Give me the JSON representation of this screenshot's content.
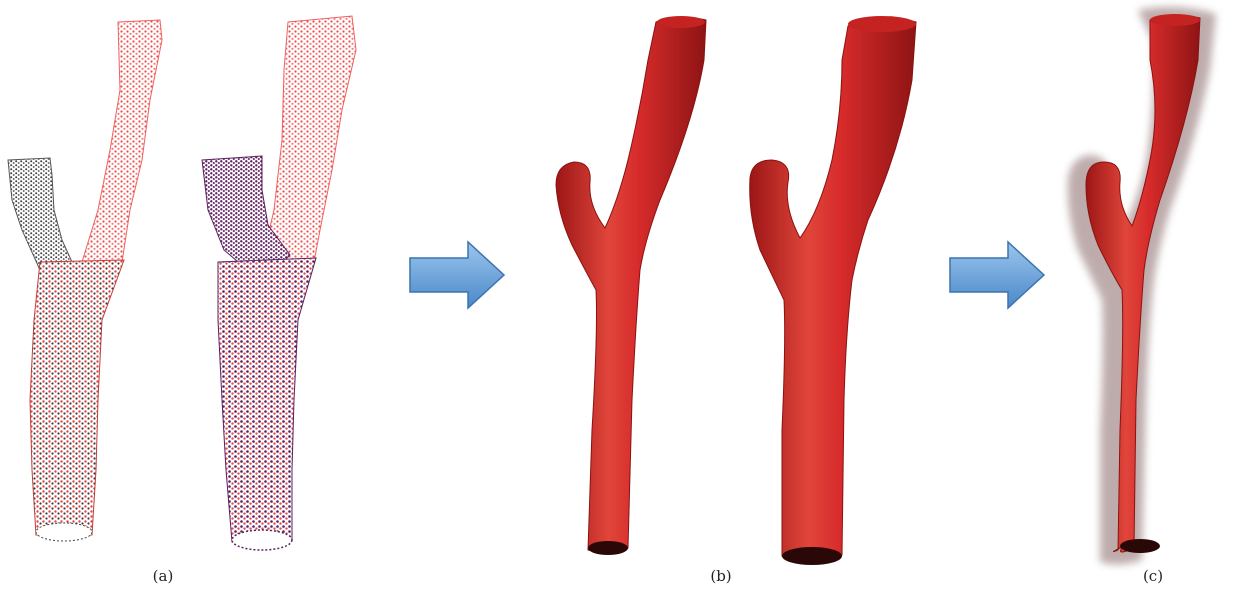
{
  "panels": [
    {
      "label": "(a)"
    },
    {
      "label": "(b)"
    },
    {
      "label": "(c)"
    }
  ],
  "colors": {
    "vessel_red": "#d72b2b",
    "vessel_dark_red": "#9c1616",
    "vessel_highlight": "#f07060",
    "point_cloud_red": "#f04848",
    "point_cloud_pink": "#f47a78",
    "point_cloud_gray": "#4a4a4a",
    "point_cloud_purple": "#5a1f5c",
    "arrow_fill": "#5b9bd5",
    "arrow_stroke": "#3c74ad",
    "halo": "#8a6b6b"
  }
}
